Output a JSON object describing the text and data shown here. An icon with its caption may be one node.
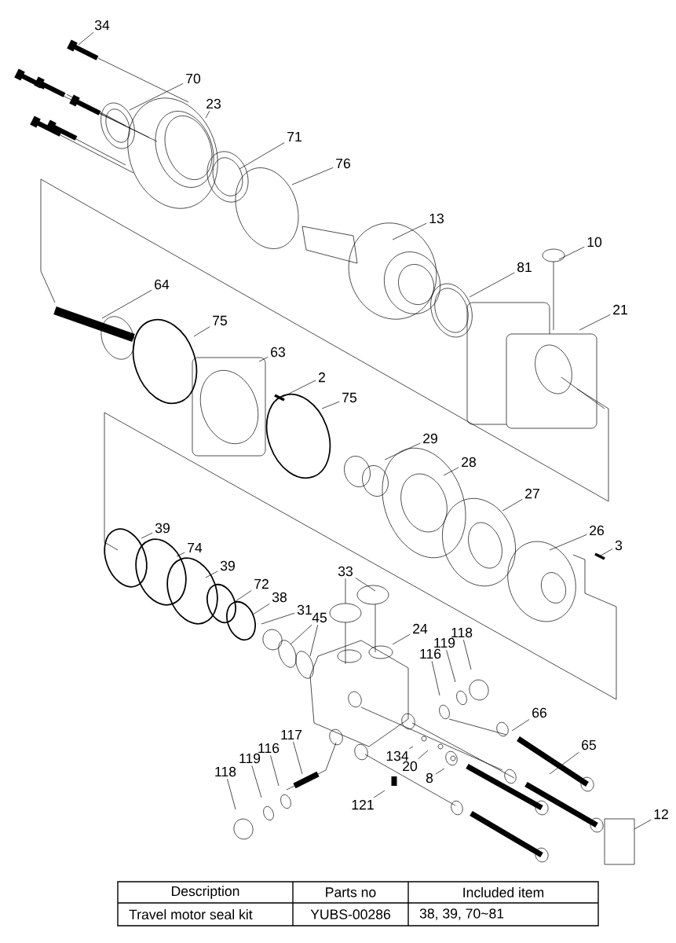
{
  "diagram": {
    "nodes": [
      {
        "text": [
          "34"
        ]
      },
      {
        "text": [
          "70"
        ]
      },
      {
        "text": [
          "23"
        ]
      },
      {
        "text": [
          "71"
        ]
      },
      {
        "text": [
          "76"
        ]
      },
      {
        "text": [
          "13"
        ]
      },
      {
        "text": [
          "10"
        ]
      },
      {
        "text": [
          "81"
        ]
      },
      {
        "text": [
          "21"
        ]
      },
      {
        "text": [
          "64"
        ]
      },
      {
        "text": [
          "75"
        ]
      },
      {
        "text": [
          "63"
        ]
      },
      {
        "text": [
          "2"
        ]
      },
      {
        "text": [
          "75"
        ]
      },
      {
        "text": [
          "29"
        ]
      },
      {
        "text": [
          "28"
        ]
      },
      {
        "text": [
          "27"
        ]
      },
      {
        "text": [
          "26"
        ]
      },
      {
        "text": [
          "3"
        ]
      },
      {
        "text": [
          "39"
        ]
      },
      {
        "text": [
          "74"
        ]
      },
      {
        "text": [
          "39"
        ]
      },
      {
        "text": [
          "72"
        ]
      },
      {
        "text": [
          "38"
        ]
      },
      {
        "text": [
          "31"
        ]
      },
      {
        "text": [
          "45"
        ]
      },
      {
        "text": [
          "33"
        ]
      },
      {
        "text": [
          "24"
        ]
      },
      {
        "text": [
          "118"
        ]
      },
      {
        "text": [
          "119"
        ]
      },
      {
        "text": [
          "116"
        ]
      },
      {
        "text": [
          "66"
        ]
      },
      {
        "text": [
          "65"
        ]
      },
      {
        "text": [
          "117"
        ]
      },
      {
        "text": [
          "116"
        ]
      },
      {
        "text": [
          "119"
        ]
      },
      {
        "text": [
          "118"
        ]
      },
      {
        "text": [
          "134"
        ]
      },
      {
        "text": [
          "20"
        ]
      },
      {
        "text": [
          "8"
        ]
      },
      {
        "text": [
          "121"
        ]
      },
      {
        "text": [
          "12"
        ]
      }
    ],
    "edges": [
      {
        "from": 0,
        "to": null,
        "arrow": "none"
      },
      {
        "from": 1,
        "to": null,
        "arrow": "none"
      },
      {
        "from": 2,
        "to": null,
        "arrow": "none"
      },
      {
        "from": 3,
        "to": null,
        "arrow": "none"
      },
      {
        "from": 4,
        "to": null,
        "arrow": "none"
      },
      {
        "from": 5,
        "to": null,
        "arrow": "none"
      },
      {
        "from": 6,
        "to": null,
        "arrow": "none"
      },
      {
        "from": 7,
        "to": null,
        "arrow": "none"
      },
      {
        "from": 8,
        "to": null,
        "arrow": "none"
      },
      {
        "from": 9,
        "to": null,
        "arrow": "none"
      },
      {
        "from": 10,
        "to": null,
        "arrow": "none"
      },
      {
        "from": 11,
        "to": null,
        "arrow": "none"
      },
      {
        "from": 12,
        "to": null,
        "arrow": "none"
      },
      {
        "from": 13,
        "to": null,
        "arrow": "none"
      },
      {
        "from": 14,
        "to": null,
        "arrow": "none"
      },
      {
        "from": 15,
        "to": null,
        "arrow": "none"
      },
      {
        "from": 16,
        "to": null,
        "arrow": "none"
      },
      {
        "from": 17,
        "to": null,
        "arrow": "none"
      },
      {
        "from": 18,
        "to": null,
        "arrow": "none"
      },
      {
        "from": 19,
        "to": null,
        "arrow": "none"
      },
      {
        "from": 20,
        "to": null,
        "arrow": "none"
      },
      {
        "from": 21,
        "to": null,
        "arrow": "none"
      },
      {
        "from": 22,
        "to": null,
        "arrow": "none"
      },
      {
        "from": 23,
        "to": null,
        "arrow": "none"
      },
      {
        "from": 24,
        "to": null,
        "arrow": "none"
      },
      {
        "from": 25,
        "to": null,
        "arrow": "none"
      },
      {
        "from": 25,
        "to": null,
        "arrow": "none"
      },
      {
        "from": 26,
        "to": null,
        "arrow": "none"
      },
      {
        "from": 26,
        "to": null,
        "arrow": "none"
      },
      {
        "from": 27,
        "to": null,
        "arrow": "none"
      },
      {
        "from": 28,
        "to": null,
        "arrow": "none"
      },
      {
        "from": 29,
        "to": null,
        "arrow": "none"
      },
      {
        "from": 30,
        "to": null,
        "arrow": "none"
      },
      {
        "from": 31,
        "to": null,
        "arrow": "none"
      },
      {
        "from": 32,
        "to": null,
        "arrow": "none"
      },
      {
        "from": 33,
        "to": null,
        "arrow": "none"
      },
      {
        "from": 34,
        "to": null,
        "arrow": "none"
      },
      {
        "from": 35,
        "to": null,
        "arrow": "none"
      },
      {
        "from": 36,
        "to": null,
        "arrow": "none"
      },
      {
        "from": 37,
        "to": null,
        "arrow": "none"
      },
      {
        "from": 38,
        "to": null,
        "arrow": "none"
      },
      {
        "from": 39,
        "to": null,
        "arrow": "none"
      },
      {
        "from": 40,
        "to": null,
        "arrow": "none"
      },
      {
        "from": 41,
        "to": null,
        "arrow": "none"
      }
    ],
    "labels": [
      "Description",
      "Parts no",
      "Included item",
      "Travel motor seal kit",
      "YUBS-00286",
      "38, 39, 70~81"
    ]
  }
}
